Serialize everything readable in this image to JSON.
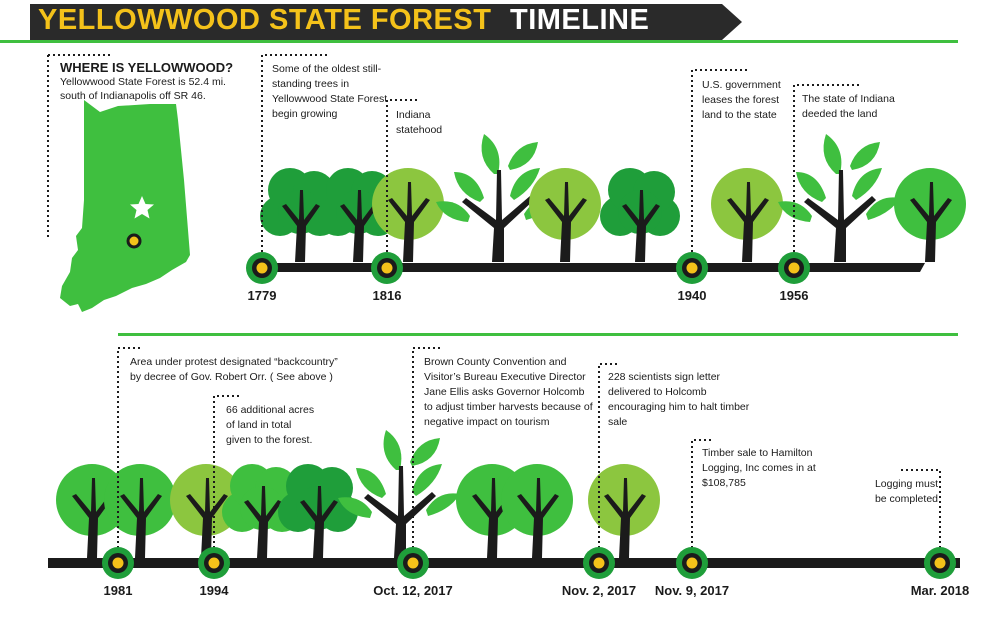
{
  "title": {
    "part1": "YELLOWWOOD STATE FOREST",
    "part2": "TIMELINE"
  },
  "location": {
    "heading": "WHERE IS YELLOWWOOD?",
    "description": "Yellowwood State Forest is 52.4 mi. south of Indianapolis off SR 46."
  },
  "timeline_top": [
    {
      "year": "1779",
      "note": "Some of the oldest still-standing trees in Yellowwood State Forest begin growing"
    },
    {
      "year": "1816",
      "note": "Indiana statehood"
    },
    {
      "year": "1940",
      "note": "U.S. government leases the forest land to the state"
    },
    {
      "year": "1956",
      "note": "The state of Indiana deeded the land"
    }
  ],
  "timeline_bottom": [
    {
      "year": "1981",
      "note": "Area under protest designated “backcountry” by decree of Gov. Robert Orr. ( See above )"
    },
    {
      "year": "1994",
      "note": "66 additional acres of land in total given to the forest."
    },
    {
      "year": "Oct. 12, 2017",
      "note": "Brown County Convention and Visitor’s Bureau Executive Director Jane Ellis asks Governor Holcomb to adjust timber harvests because of negative impact on tourism"
    },
    {
      "year": "Nov. 2, 2017",
      "note": "228 scientists sign letter delivered to Holcomb encouraging him to halt timber sale"
    },
    {
      "year": "Nov. 9, 2017",
      "note": "Timber sale to Hamilton Logging, Inc comes in at $108,785"
    },
    {
      "year": "Mar. 2018",
      "note": "Logging must be completed"
    }
  ],
  "colors": {
    "green": "#3fbf3f",
    "light_green": "#8cc63f",
    "dark_green": "#1f9e3a",
    "yellow": "#f4c21a",
    "black": "#1b1b1b",
    "banner": "#2a2a2a"
  },
  "icons": {
    "capital": "star-icon",
    "forest": "location-dot-icon"
  }
}
